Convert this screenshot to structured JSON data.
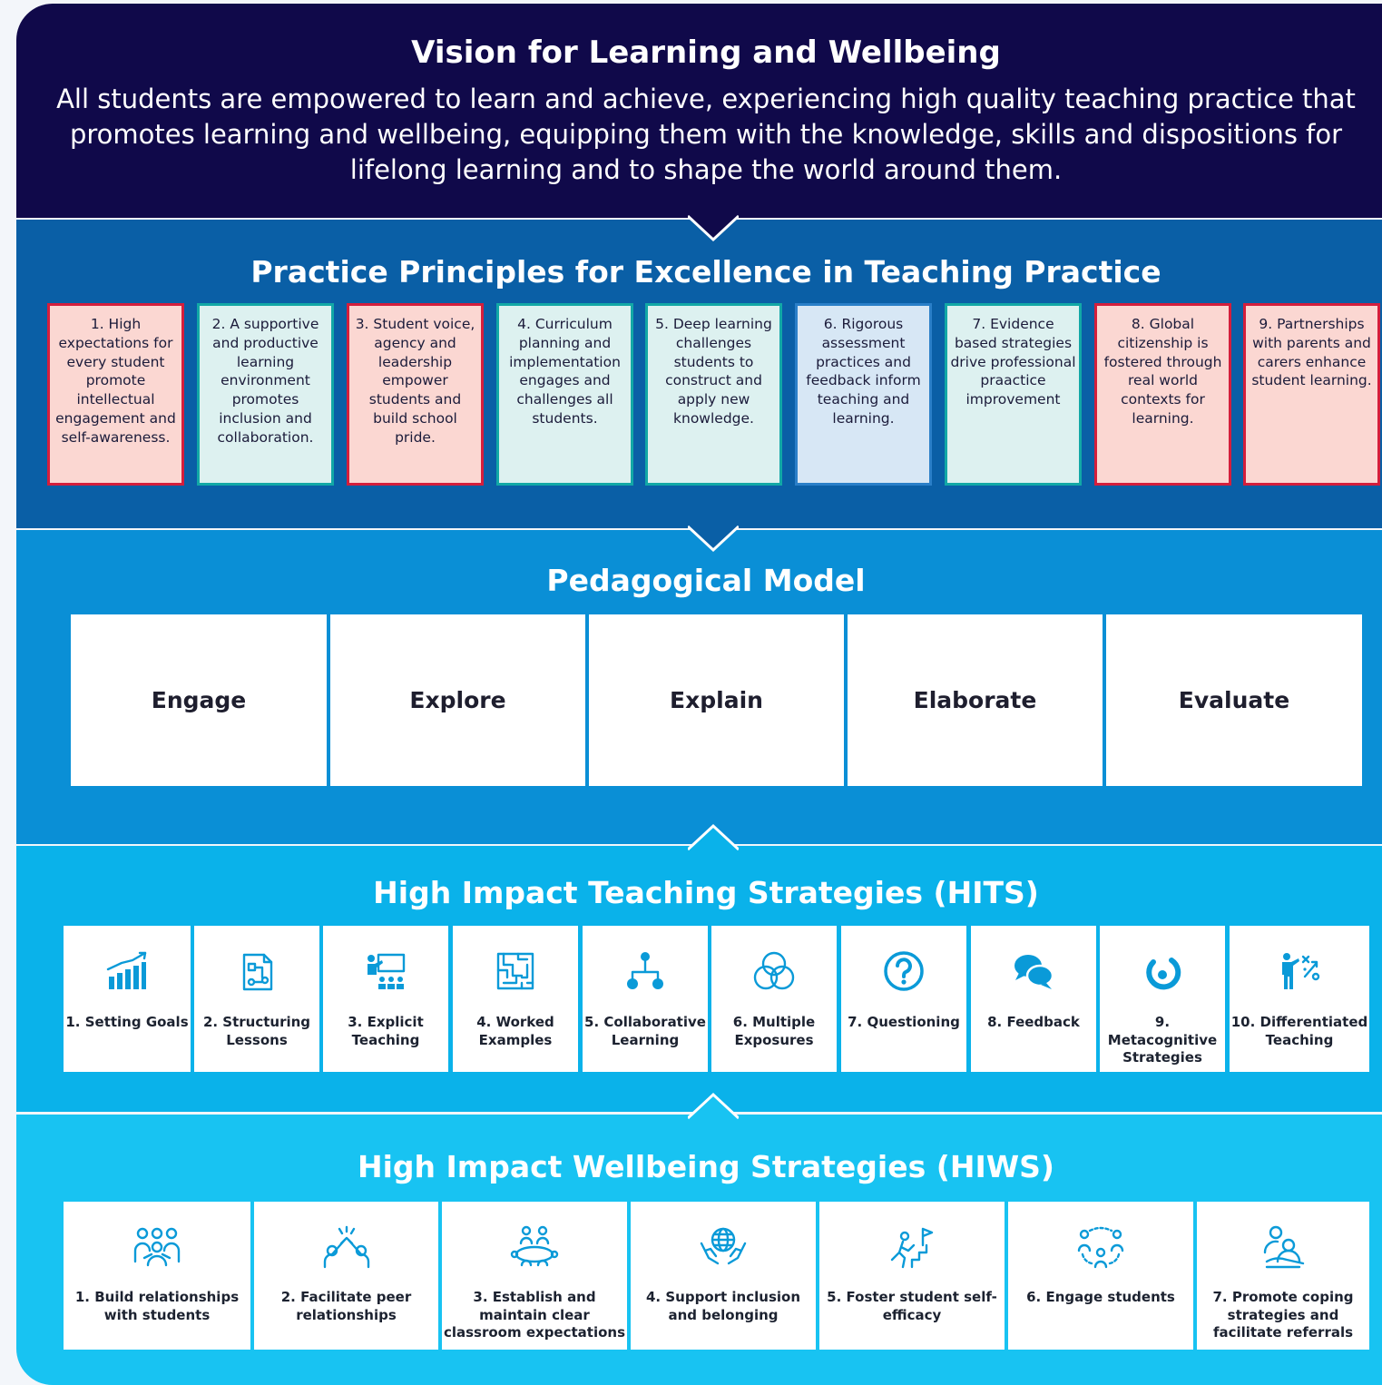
{
  "vision": {
    "title": "Vision for Learning and Wellbeing",
    "description": "All students are empowered to learn and achieve, experiencing high quality teaching practice that promotes learning and wellbeing, equipping them with the knowledge, skills and dispositions for lifelong learning and to shape the world around them."
  },
  "principles": {
    "title": "Practice Principles for Excellence in Teaching Practice",
    "items": [
      {
        "text": "1. High expectations for every student promote intellectual engagement and self-awareness.",
        "color": "#d41e3c"
      },
      {
        "text": "2. A supportive and productive learning environment promotes inclusion and collaboration.",
        "color": "#12a8a6"
      },
      {
        "text": "3. Student voice, agency and leadership empower students and build school pride.",
        "color": "#d41e3c"
      },
      {
        "text": "4. Curriculum planning and implementation engages and challenges all students.",
        "color": "#12a8a6"
      },
      {
        "text": "5. Deep learning challenges students to construct and apply new knowledge.",
        "color": "#12a8a6"
      },
      {
        "text": "6. Rigorous assessment practices and feedback inform teaching and learning.",
        "color": "#2a7fc8"
      },
      {
        "text": "7. Evidence based strategies drive professional praactice improvement",
        "color": "#12a8a6"
      },
      {
        "text": "8. Global citizenship is fostered through real world contexts for learning.",
        "color": "#d41e3c"
      },
      {
        "text": "9. Partnerships with parents and carers enhance student learning.",
        "color": "#d41e3c"
      }
    ]
  },
  "pedagogical_model": {
    "title": "Pedagogical Model",
    "phases": [
      "Engage",
      "Explore",
      "Explain",
      "Elaborate",
      "Evaluate"
    ]
  },
  "hits": {
    "title": "High Impact Teaching Strategies (HITS)",
    "items": [
      {
        "label": "1. Setting Goals",
        "icon": "bar-chart-icon"
      },
      {
        "label": "2. Structuring Lessons",
        "icon": "lesson-plan-icon"
      },
      {
        "label": "3. Explicit Teaching",
        "icon": "teacher-board-icon"
      },
      {
        "label": "4. Worked Examples",
        "icon": "maze-icon"
      },
      {
        "label": "5. Collaborative Learning",
        "icon": "hierarchy-icon"
      },
      {
        "label": "6. Multiple Exposures",
        "icon": "overlapping-circles-icon"
      },
      {
        "label": "7. Questioning",
        "icon": "question-mark-icon"
      },
      {
        "label": "8. Feedback",
        "icon": "speech-bubbles-icon"
      },
      {
        "label": "9. Metacognitive Strategies",
        "icon": "target-arc-icon"
      },
      {
        "label": "10. Differentiated Teaching",
        "icon": "strategy-person-icon"
      }
    ]
  },
  "hiws": {
    "title": "High Impact Wellbeing Strategies (HIWS)",
    "items": [
      {
        "label": "1. Build relationships with students",
        "icon": "group-people-icon"
      },
      {
        "label": "2. Facilitate peer relationships",
        "icon": "high-five-icon"
      },
      {
        "label": "3. Establish and maintain clear classroom expectations",
        "icon": "classroom-table-icon"
      },
      {
        "label": "4. Support inclusion and belonging",
        "icon": "hands-globe-icon"
      },
      {
        "label": "5. Foster student self-efficacy",
        "icon": "climbing-flag-icon"
      },
      {
        "label": "6. Engage students",
        "icon": "connected-people-icon"
      },
      {
        "label": "7. Promote coping strategies and facilitate referrals",
        "icon": "support-person-icon"
      }
    ]
  }
}
